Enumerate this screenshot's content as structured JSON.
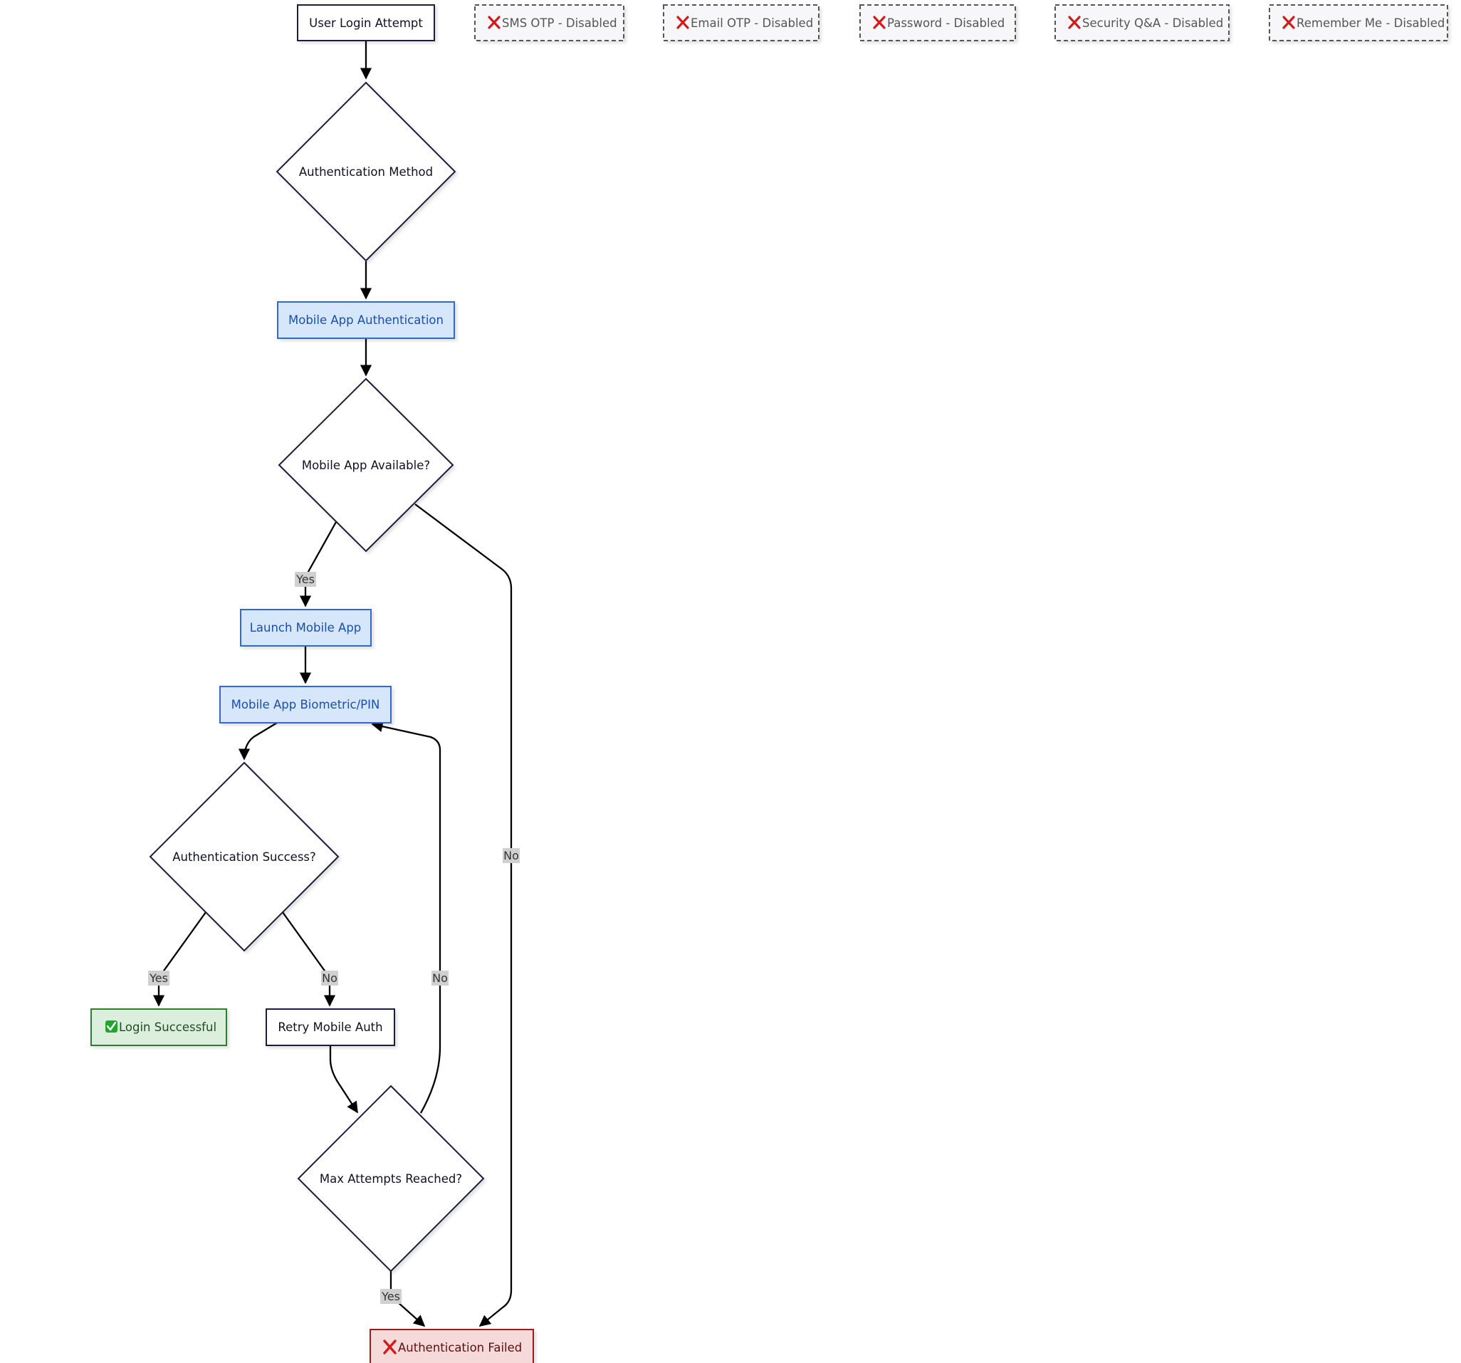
{
  "colors": {
    "line": "#000000",
    "default_fill": "#ffffff",
    "default_stroke": "#1c1c3a",
    "default_text": "#111122",
    "mobile_fill": "#d6e6fb",
    "mobile_stroke": "#2d6ad4",
    "mobile_text": "#1a4fa8",
    "success_fill": "#dcefdc",
    "success_stroke": "#2e7d32",
    "success_text": "#1e4d22",
    "fail_fill": "#f6d9d9",
    "fail_stroke": "#a01c1c",
    "fail_text": "#5a1010",
    "disabled_fill": "#f7f7f9",
    "disabled_stroke": "#555555",
    "disabled_text": "#555555",
    "label_bg": "#d0d0d0",
    "cross": "#d11a1a",
    "check": "#22a52e"
  },
  "nodes": {
    "start": "User Login Attempt",
    "auth_method": "Authentication Method",
    "mobile_auth": "Mobile App Authentication",
    "app_available": "Mobile App Available?",
    "launch_app": "Launch Mobile App",
    "biometric": "Mobile App Biometric/PIN",
    "auth_success": "Authentication Success?",
    "login_success": "Login Successful",
    "retry": "Retry Mobile Auth",
    "max_attempts": "Max Attempts Reached?",
    "auth_failed": "Authentication Failed"
  },
  "disabled_methods": [
    "SMS OTP - Disabled",
    "Email OTP - Disabled",
    "Password - Disabled",
    "Security Q&A - Disabled",
    "Remember Me - Disabled"
  ],
  "edge_labels": {
    "available_yes": "Yes",
    "available_no": "No",
    "success_yes": "Yes",
    "success_no": "No",
    "max_no": "No",
    "max_yes": "Yes"
  },
  "icons": {
    "cross": "cross-mark-icon",
    "check": "check-mark-icon"
  }
}
